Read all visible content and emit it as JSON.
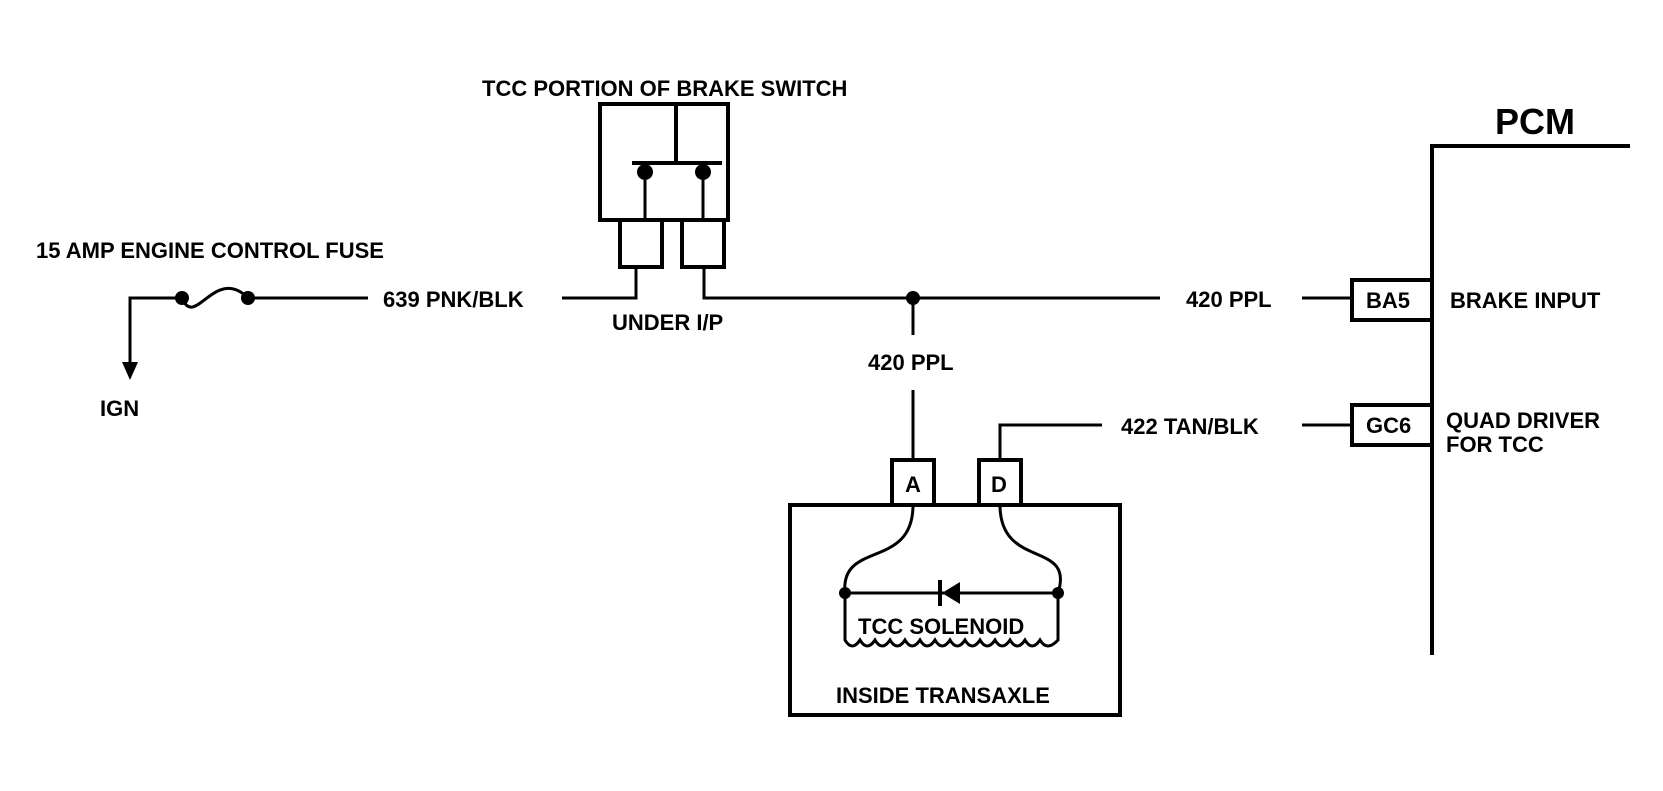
{
  "labels": {
    "fuse": "15 AMP ENGINE CONTROL  FUSE",
    "ign": "IGN",
    "wire_639": "639 PNK/BLK",
    "switch_title": "TCC PORTION OF BRAKE SWITCH",
    "under_ip": "UNDER I/P",
    "wire_420_right": "420 PPL",
    "wire_420_down": "420 PPL",
    "wire_422": "422 TAN/BLK",
    "pin_a": "A",
    "pin_d": "D",
    "solenoid": "TCC SOLENOID",
    "transaxle": "INSIDE TRANSAXLE",
    "pcm": "PCM",
    "pin_ba5": "BA5",
    "brake_input": "BRAKE INPUT",
    "pin_gc6": "GC6",
    "quad_driver_1": "QUAD DRIVER",
    "quad_driver_2": "FOR TCC"
  }
}
